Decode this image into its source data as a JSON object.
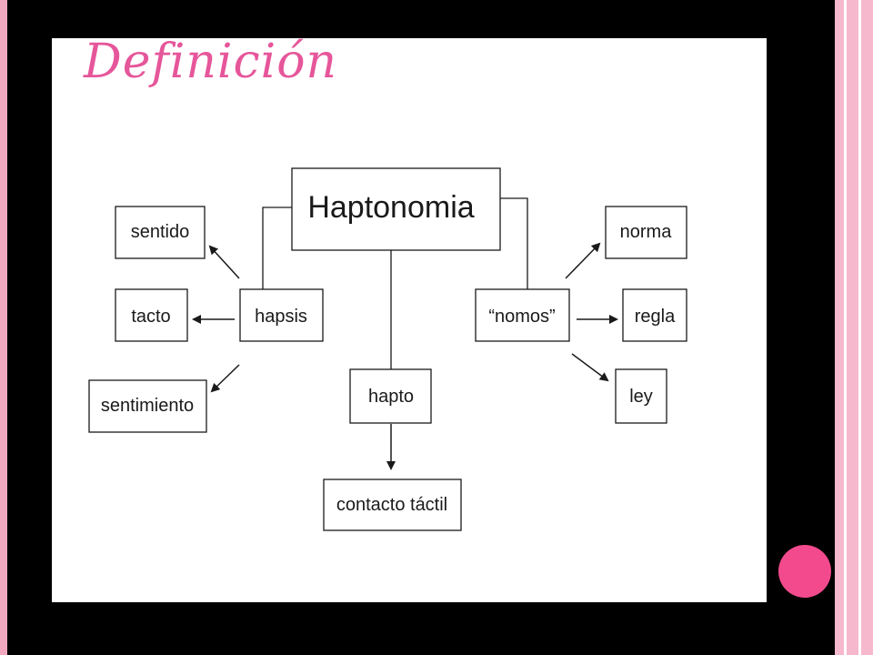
{
  "slide": {
    "title": "Definición",
    "accent_color": "#e6569a",
    "circle_color": "#f24a8d"
  },
  "diagram": {
    "root": "Haptonomia",
    "left_branch": {
      "label": "hapsis",
      "children": [
        "sentido",
        "tacto",
        "sentimiento"
      ]
    },
    "center_branch": {
      "label": "hapto",
      "children": [
        "contacto táctil"
      ]
    },
    "right_branch": {
      "label": "“nomos”",
      "children": [
        "norma",
        "regla",
        "ley"
      ]
    }
  }
}
